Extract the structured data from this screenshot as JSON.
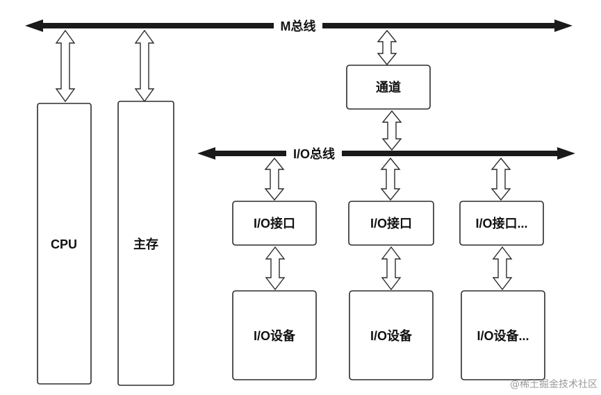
{
  "diagram": {
    "buses": {
      "m_bus": "M总线",
      "io_bus": "I/O总线"
    },
    "nodes": {
      "cpu": "CPU",
      "main_memory": "主存",
      "channel": "通道",
      "io_interface_1": "I/O接口",
      "io_interface_2": "I/O接口",
      "io_interface_3": "I/O接口...",
      "io_device_1": "I/O设备",
      "io_device_2": "I/O设备",
      "io_device_3": "I/O设备..."
    },
    "watermark": "@稀土掘金技术社区"
  }
}
